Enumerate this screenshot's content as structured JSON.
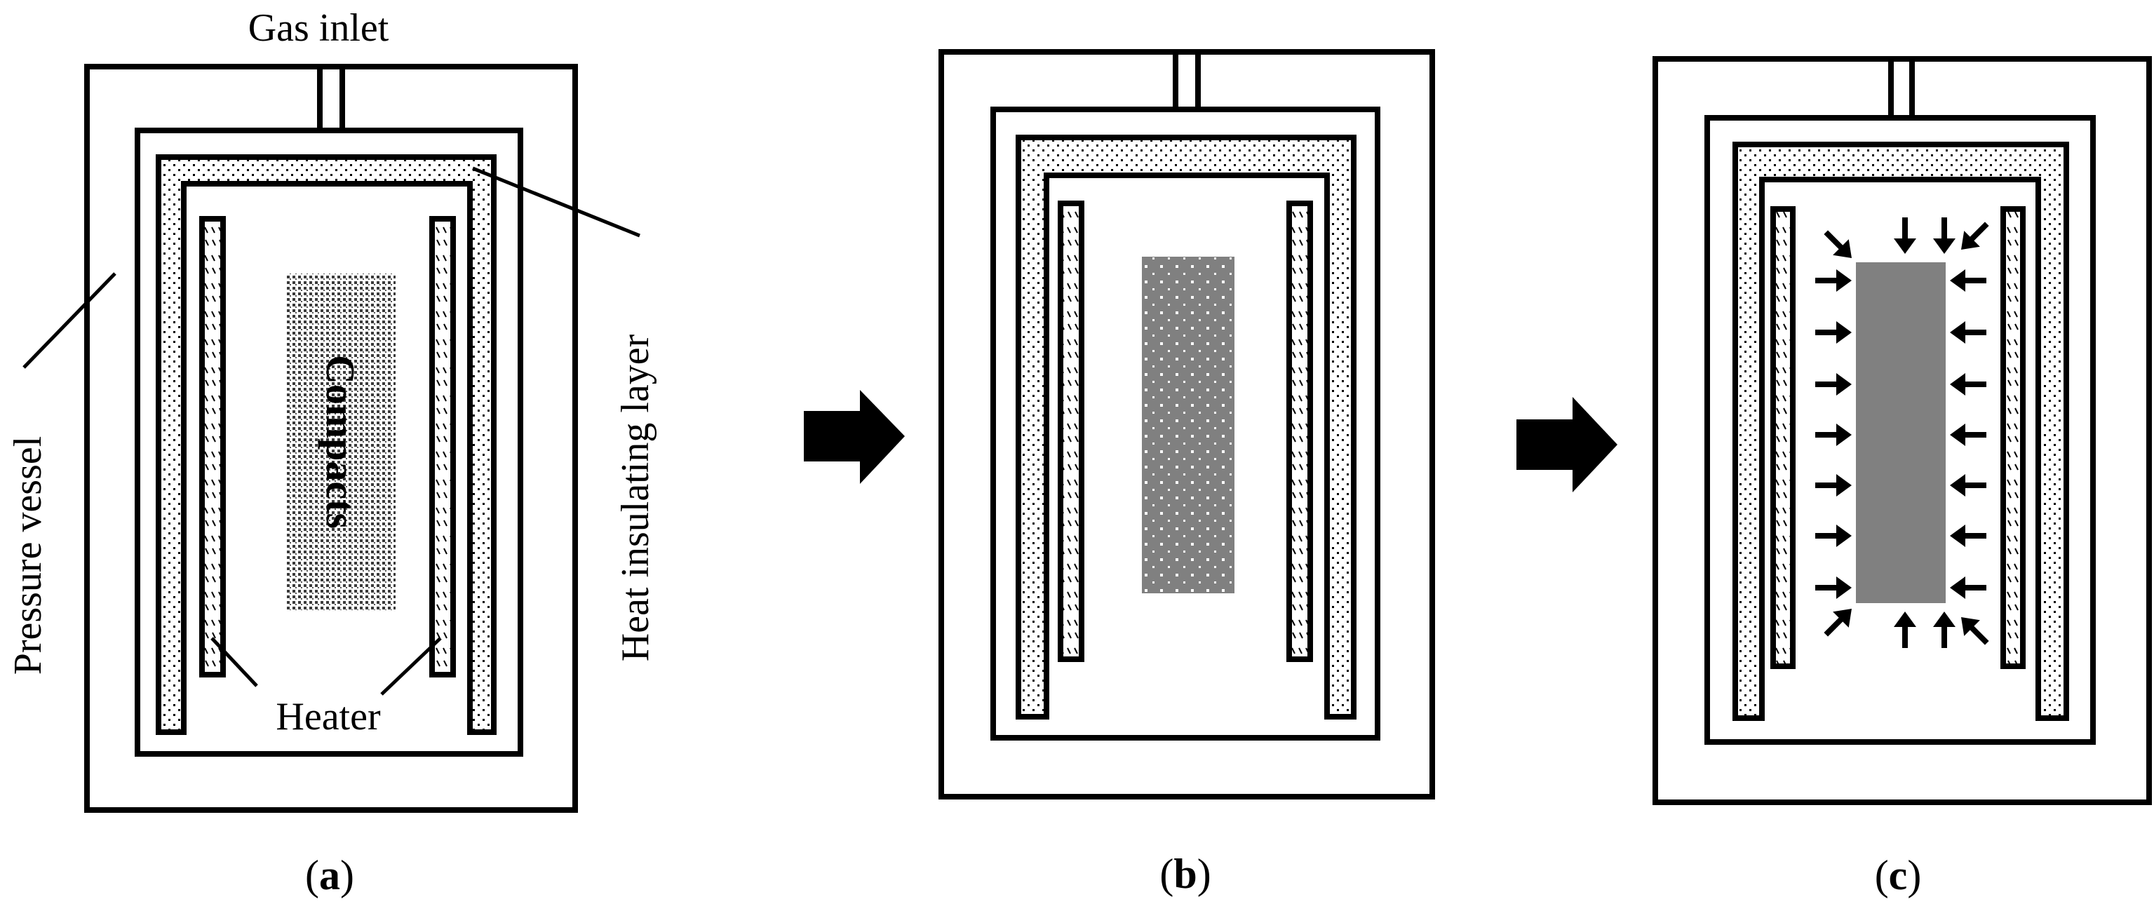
{
  "labels": {
    "gas_inlet": "Gas inlet",
    "pressure_vessel": "Pressure vessel",
    "heat_insulating_layer": "Heat insulating layer",
    "heater": "Heater",
    "compacts": "Compacts"
  },
  "panels": [
    {
      "id": "a",
      "caption_open": "(",
      "caption_letter": "a",
      "caption_close": ")"
    },
    {
      "id": "b",
      "caption_open": "(",
      "caption_letter": "b",
      "caption_close": ")"
    },
    {
      "id": "c",
      "caption_open": "(",
      "caption_letter": "c",
      "caption_close": ")"
    }
  ],
  "colors": {
    "line": "#000000",
    "insulation_fill": "#ffffff",
    "insulation_dots": "#000000",
    "compacts_fill": "#3a3a3a",
    "sintered_fill": "#808080",
    "arrow_fill": "#000000"
  },
  "icons": {
    "process_arrow": "right-block-arrow",
    "pressure_arrow": "small-arrow"
  }
}
